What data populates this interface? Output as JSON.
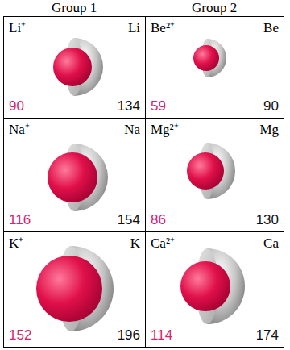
{
  "diagram": {
    "nodes": [
      {
        "text": [
          "Li⁺",
          "Li",
          "90",
          "134"
        ]
      },
      {
        "text": [
          "Be²⁺",
          "Be",
          "59",
          "90"
        ]
      },
      {
        "text": [
          "Na⁺",
          "Na",
          "116",
          "154"
        ]
      },
      {
        "text": [
          "Mg²⁺",
          "Mg",
          "86",
          "130"
        ]
      },
      {
        "text": [
          "K⁺",
          "K",
          "152",
          "196"
        ]
      },
      {
        "text": [
          "Ca²⁺",
          "Ca",
          "114",
          "174"
        ]
      }
    ],
    "labels": [
      "Group 1",
      "Group 2"
    ]
  }
}
